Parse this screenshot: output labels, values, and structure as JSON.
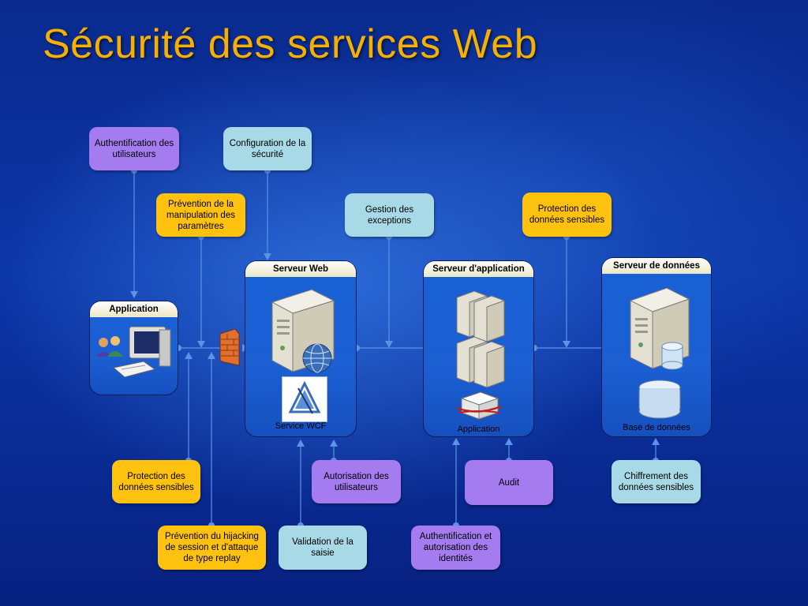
{
  "title": "Sécurité des services Web",
  "servers": {
    "application": {
      "label": "Application"
    },
    "web": {
      "label": "Serveur Web",
      "caption": "Service WCF"
    },
    "app": {
      "label": "Serveur d'application",
      "caption": "Application"
    },
    "data": {
      "label": "Serveur de données",
      "caption": "Base de données"
    }
  },
  "callouts": {
    "auth_users": "Authentification des utilisateurs",
    "config_security": "Configuration de la sécurité",
    "param_manip": "Prévention de la manipulation des paramètres",
    "exceptions": "Gestion des exceptions",
    "protect_top": "Protection des données sensibles",
    "protect_bottom": "Protection des données sensibles",
    "authorization": "Autorisation des utilisateurs",
    "audit": "Audit",
    "encryption": "Chiffrement des données sensibles",
    "hijacking": "Prévention du hijacking de session et d'attaque de type replay",
    "validation": "Validation de la saisie",
    "identity": "Authentification et autorisation des identités"
  },
  "colors": {
    "title": "#f6b000",
    "purple": "#a57cf0",
    "teal": "#a8d9e6",
    "yellow": "#ffc20e",
    "connector": "#5b93e6",
    "background": "#0c36a8"
  },
  "icons": [
    "users-icon",
    "computer-icon",
    "firewall-icon",
    "server-icon",
    "globe-icon",
    "wcf-icon",
    "database-icon",
    "cylinder-icon"
  ]
}
